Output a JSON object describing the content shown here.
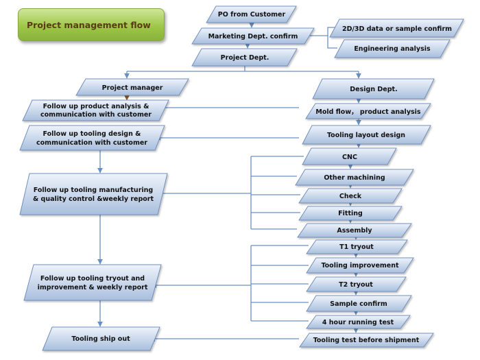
{
  "title": "Project management flow",
  "colors": {
    "box_light": "#eef3fb",
    "box_dark": "#a9bfdd",
    "box_border": "#6f8fbf",
    "connector": "#6a8fc2",
    "title_green": "#9fc748",
    "title_text": "#5a3b17"
  },
  "nodes": {
    "po_customer": "PO from Customer",
    "marketing_confirm": "Marketing Dept. confirm",
    "data_confirm": "2D/3D data or sample confirm",
    "engineering_analysis": "Engineering analysis",
    "project_dept": "Project Dept.",
    "project_manager": "Project manager",
    "design_dept": "Design Dept.",
    "followup_analysis": [
      "Follow up product analysis &",
      "communication with customer"
    ],
    "mold_flow": "Mold flow， product analysis",
    "followup_tooling_design": [
      "Follow up tooling design &",
      "communication with customer"
    ],
    "tooling_layout": "Tooling layout design",
    "cnc": "CNC",
    "other_machining": "Other machining",
    "followup_manufacturing": [
      "Follow up tooling manufacturing",
      "& quality control &weekly report"
    ],
    "check": "Check",
    "fitting": "Fitting",
    "assembly": "Assembly",
    "t1_tryout": "T1 tryout",
    "tooling_improvement": "Tooling improvement",
    "followup_tryout": [
      "Follow up tooling tryout and",
      "improvement & weekly report"
    ],
    "t2_tryout": "T2 tryout",
    "sample_confirm": "Sample confirm",
    "running_test": "4 hour running test",
    "ship_out": "Tooling ship out",
    "test_before_shipment": "Tooling test before shipment"
  }
}
